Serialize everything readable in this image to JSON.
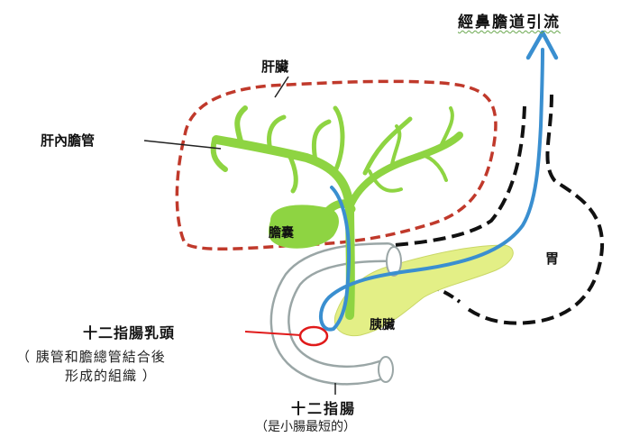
{
  "title": "經鼻膽道引流",
  "labels": {
    "liver": "肝臟",
    "intrahepatic_duct": "肝內膽管",
    "gallbladder": "膽囊",
    "stomach": "胃",
    "pancreas": "胰臟",
    "papilla": "十二指腸乳頭",
    "papilla_note_line1": "（ 胰管和膽總管結合後",
    "papilla_note_line2": "形成的組織 ）",
    "duodenum": "十二指腸",
    "duodenum_note": "（是小腸最短的）"
  },
  "colors": {
    "liver_outline": "#c0392b",
    "bile_duct": "#8ed442",
    "drainage_tube": "#3a8fd0",
    "stomach_outline": "#111111",
    "pancreas": "#e3ef86",
    "duodenum": "#9aa6a6",
    "papilla_marker": "#e01a1a"
  }
}
